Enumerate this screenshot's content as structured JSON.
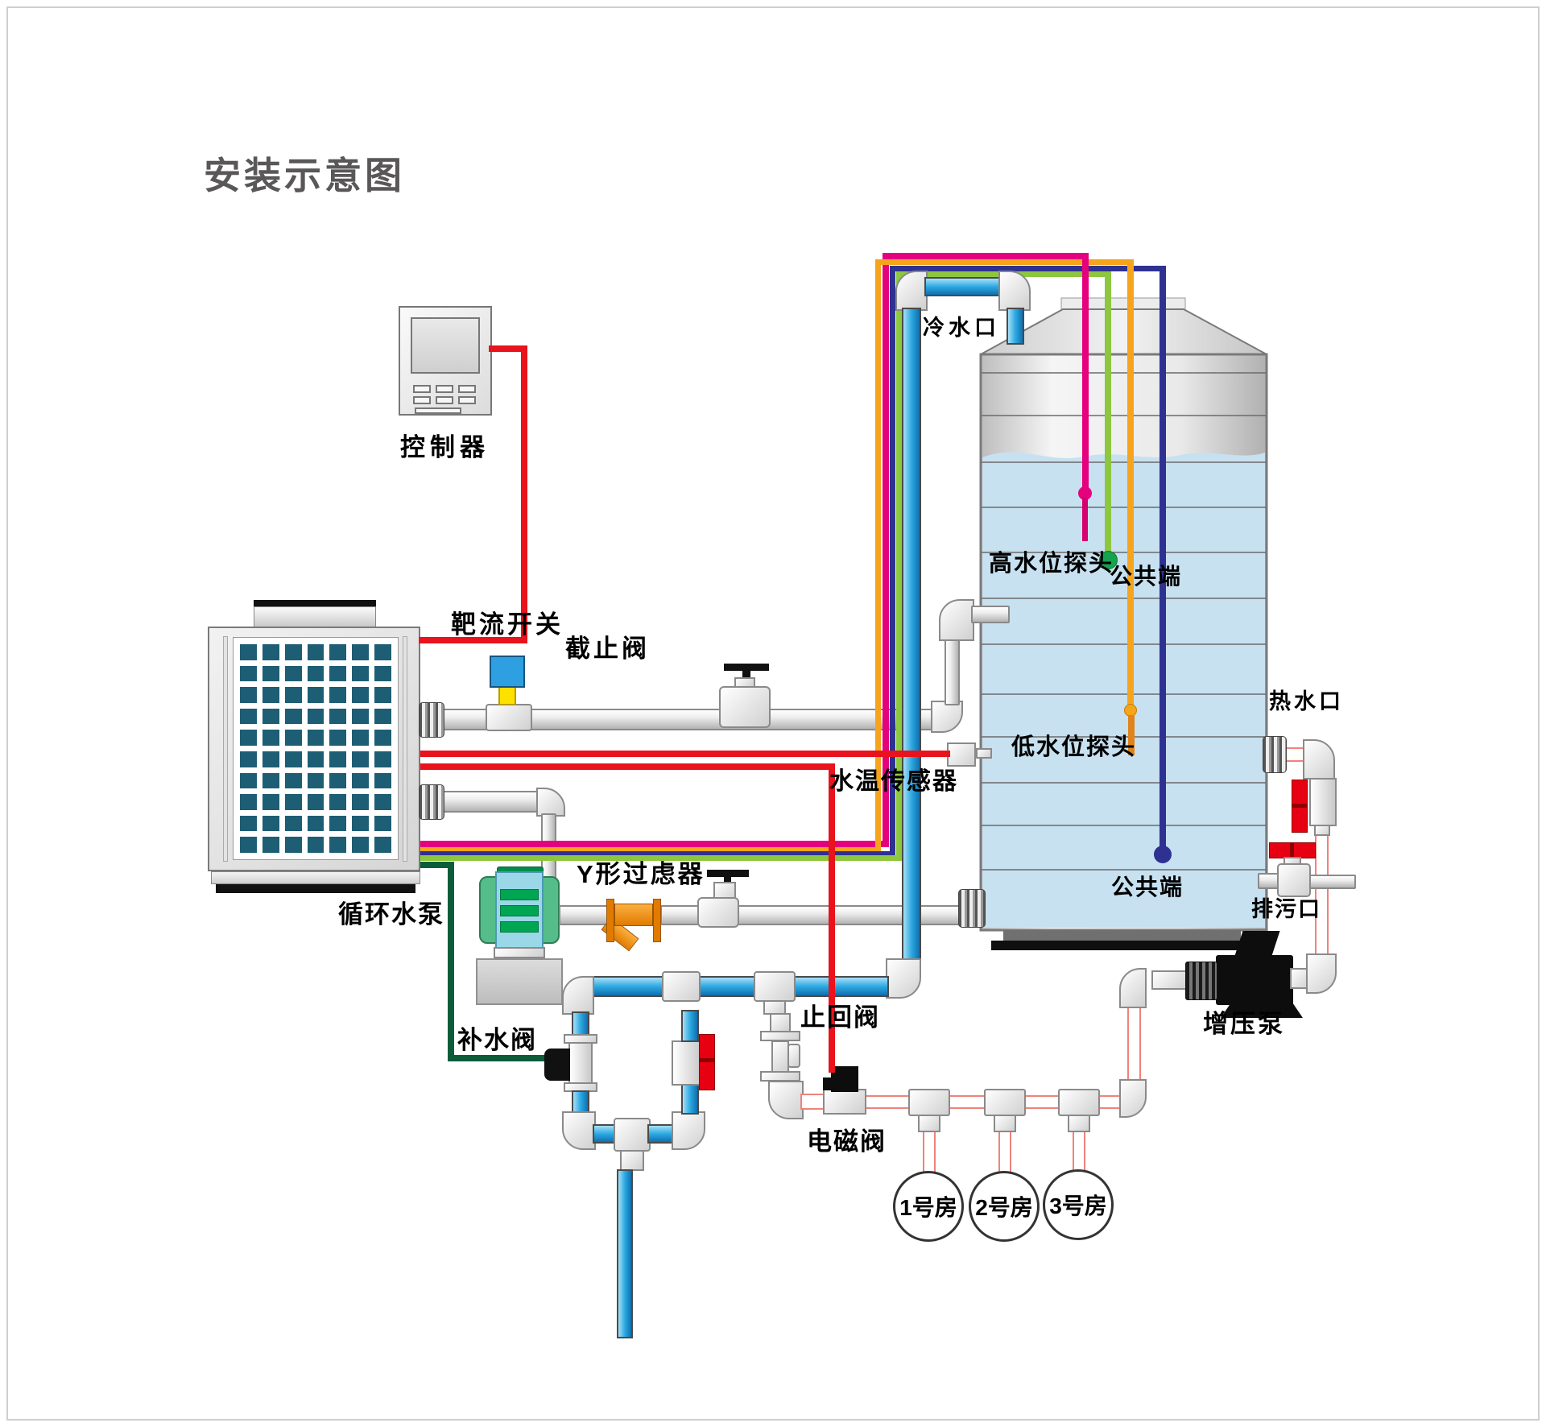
{
  "title": "安装示意图",
  "labels": {
    "controller": "控制器",
    "flow_switch": "靶流开关",
    "stop_valve": "截止阀",
    "cold_water_inlet": "冷水口",
    "high_level_probe": "高水位探头",
    "common_terminal_top": "公共端",
    "low_level_probe": "低水位探头",
    "water_temp_sensor": "水温传感器",
    "hot_water_outlet": "热水口",
    "y_filter": "Y形过虑器",
    "circulation_pump": "循环水泵",
    "makeup_valve": "补水阀",
    "check_valve": "止回阀",
    "solenoid_valve": "电磁阀",
    "booster_pump": "增压泵",
    "drain_outlet": "排污口",
    "common_terminal_bottom": "公共端"
  },
  "rooms": [
    {
      "label": "1号房"
    },
    {
      "label": "2号房"
    },
    {
      "label": "3号房"
    }
  ],
  "colors": {
    "title_gray": "#595757",
    "wire_red": "#e8131c",
    "wire_magenta": "#e5007e",
    "wire_orange": "#f5a41c",
    "wire_navy": "#2e3192",
    "wire_green": "#8dc63f",
    "wire_dark_green": "#0b5d3a",
    "pipe_blue": "#2da9e1",
    "pipe_pink_outline": "#ef837b",
    "valve_red": "#e60012",
    "filter_orange": "#f7941d",
    "grille_teal": "#1d5e74",
    "water_blue": "#c7e1f0",
    "flow_switch_blue": "#2e9fe0"
  }
}
